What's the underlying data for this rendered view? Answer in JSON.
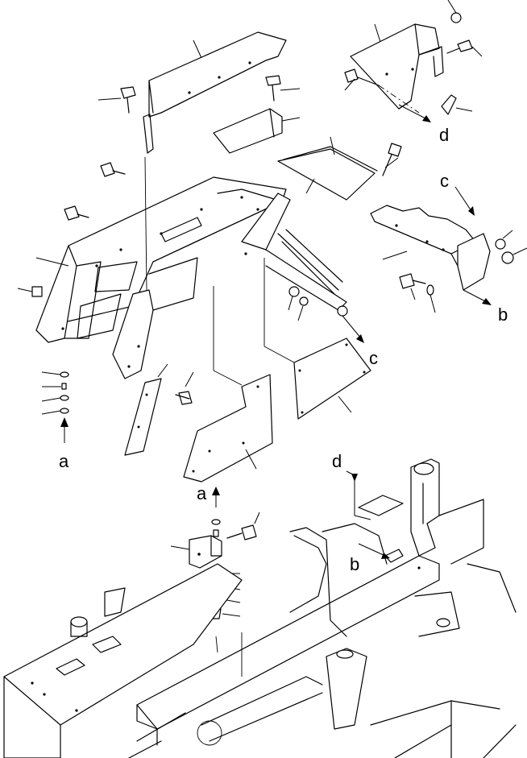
{
  "labels": {
    "a_bottom": "a",
    "a_top": "a",
    "b_right": "b",
    "b_frame": "b",
    "c_bracket": "c",
    "c_arrow": "c",
    "d_top": "d",
    "d_frame": "d"
  }
}
